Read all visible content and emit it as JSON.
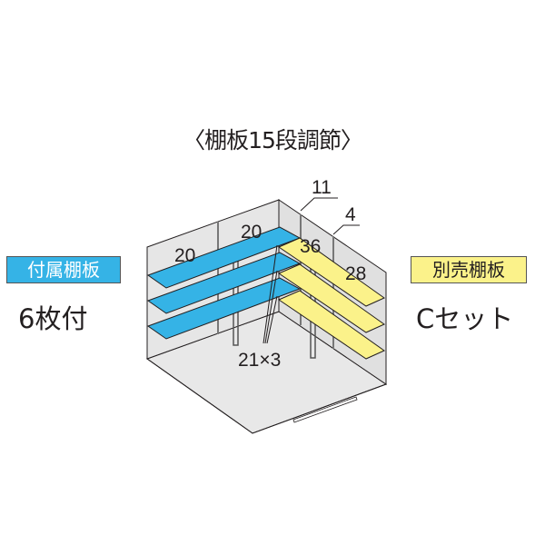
{
  "title": "〈棚板15段調節〉",
  "included": {
    "badge": "付属棚板",
    "count": "6枚付"
  },
  "optional": {
    "badge": "別売棚板",
    "set": "Cセット"
  },
  "diagram": {
    "labels": {
      "left_shelf": "20",
      "mid_shelf": "20",
      "top_right": "11",
      "right_pole": "4",
      "corner_shelf": "36",
      "right_shelf": "28",
      "pole_count": "21×3"
    }
  },
  "colors": {
    "included_shelf": "#35b3e6",
    "optional_shelf": "#fbf28a",
    "wall": "#e6e6e6"
  }
}
